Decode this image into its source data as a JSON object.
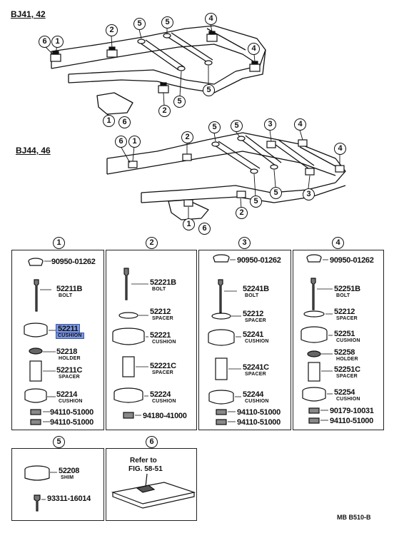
{
  "models": {
    "a": "BJ41, 42",
    "b": "BJ44, 46"
  },
  "callouts": {
    "c1": "1",
    "c2": "2",
    "c3": "3",
    "c4": "4",
    "c5": "5",
    "c6": "6"
  },
  "groups": {
    "g1": {
      "p1": {
        "no": "90950-01262",
        "name": ""
      },
      "p2": {
        "no": "52211B",
        "name": "BOLT"
      },
      "p3": {
        "no": "52211",
        "name": "CUSHION"
      },
      "p4": {
        "no": "52218",
        "name": "HOLDER"
      },
      "p5": {
        "no": "52211C",
        "name": "SPACER"
      },
      "p6": {
        "no": "52214",
        "name": "CUSHION"
      },
      "p7": {
        "no": "94110-51000",
        "name": ""
      },
      "p8": {
        "no": "94110-51000",
        "name": ""
      }
    },
    "g2": {
      "p1": {
        "no": "52221B",
        "name": "BOLT"
      },
      "p2": {
        "no": "52212",
        "name": "SPACER"
      },
      "p3": {
        "no": "52221",
        "name": "CUSHION"
      },
      "p4": {
        "no": "52221C",
        "name": "SPACER"
      },
      "p5": {
        "no": "52224",
        "name": "CUSHION"
      },
      "p6": {
        "no": "94180-41000",
        "name": ""
      }
    },
    "g3": {
      "p1": {
        "no": "90950-01262",
        "name": ""
      },
      "p2": {
        "no": "52241B",
        "name": "BOLT"
      },
      "p3": {
        "no": "52212",
        "name": "SPACER"
      },
      "p4": {
        "no": "52241",
        "name": "CUSHION"
      },
      "p5": {
        "no": "52241C",
        "name": "SPACER"
      },
      "p6": {
        "no": "52244",
        "name": "CUSHION"
      },
      "p7": {
        "no": "94110-51000",
        "name": ""
      },
      "p8": {
        "no": "94110-51000",
        "name": ""
      }
    },
    "g4": {
      "p1": {
        "no": "90950-01262",
        "name": ""
      },
      "p2": {
        "no": "52251B",
        "name": "BOLT"
      },
      "p3": {
        "no": "52212",
        "name": "SPACER"
      },
      "p4": {
        "no": "52251",
        "name": "CUSHION"
      },
      "p5": {
        "no": "52258",
        "name": "HOLDER"
      },
      "p6": {
        "no": "52251C",
        "name": "SPACER"
      },
      "p7": {
        "no": "52254",
        "name": "CUSHION"
      },
      "p8": {
        "no": "90179-10031",
        "name": ""
      },
      "p9": {
        "no": "94110-51000",
        "name": ""
      }
    },
    "g5": {
      "p1": {
        "no": "52208",
        "name": "SHIM"
      },
      "p2": {
        "no": "93311-16014",
        "name": ""
      }
    },
    "g6": {
      "refer": "Refer to",
      "fig": "FIG. 58-51"
    }
  },
  "figure_code": "MB  B510-B",
  "highlight_color": "#7d97e0"
}
